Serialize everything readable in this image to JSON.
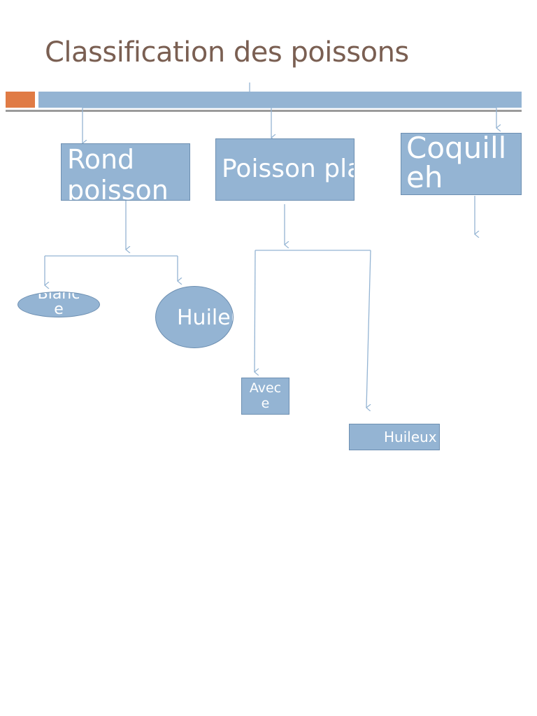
{
  "title": "Classification des poissons",
  "colors": {
    "title": "#7a5f52",
    "accent_orange": "#e07b45",
    "box_fill": "#94b4d3",
    "box_border": "#6d8fb1",
    "connector": "#94b4d3",
    "divider": "#9b9b9b"
  },
  "nodes": {
    "rond_poisson": "Rond poisson",
    "poisson_plat": "Poisson plat",
    "coquillage": "Coquilleh",
    "blanc": "Blanc e",
    "huileux_round": "Huileux",
    "avec": "Avec e",
    "huileux_flat": "Huileux"
  }
}
